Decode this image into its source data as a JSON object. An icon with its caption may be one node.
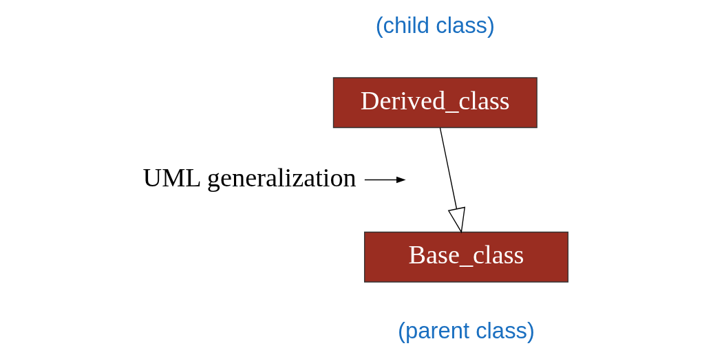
{
  "diagram": {
    "nodes": [
      {
        "text": [
          "Derived_class"
        ],
        "beside": [
          "(child class)"
        ]
      },
      {
        "text": [
          "Base_class"
        ],
        "beside": [
          "(parent class)"
        ]
      },
      {
        "text": [
          "UML generalization"
        ]
      }
    ],
    "edges": [
      {
        "from": 0,
        "to": 1,
        "arrow": "to"
      },
      {
        "from": 2,
        "to": null,
        "arrow": "to"
      }
    ]
  }
}
